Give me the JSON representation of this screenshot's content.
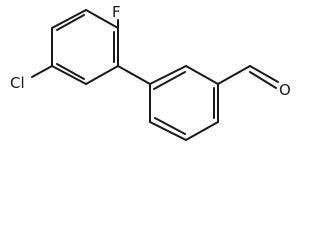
{
  "structure": {
    "atoms": {
      "fluorine": "F",
      "chlorine": "Cl",
      "oxygen": "O"
    }
  }
}
